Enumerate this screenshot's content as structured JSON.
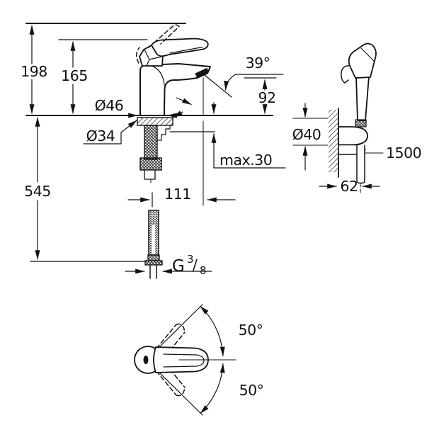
{
  "colors": {
    "ink": "#121212",
    "paper": "#ffffff"
  },
  "front_view": {
    "overall_height": "198",
    "lever_height": "165",
    "hose_drop": "545",
    "base_diameter": "Ø46",
    "shank_diameter": "Ø34",
    "spout_angle": "39°",
    "spout_height": "92",
    "max_deck_thickness": "max.30",
    "spout_reach": "111",
    "thread": {
      "prefix": "G",
      "numerator": "3",
      "slash": "/",
      "denominator": "8"
    }
  },
  "side_view": {
    "holder_diameter": "Ø40",
    "hose_length": "1500",
    "wall_offset": "62"
  },
  "top_view": {
    "swing_angle_upper": "50°",
    "swing_angle_lower": "50°"
  }
}
